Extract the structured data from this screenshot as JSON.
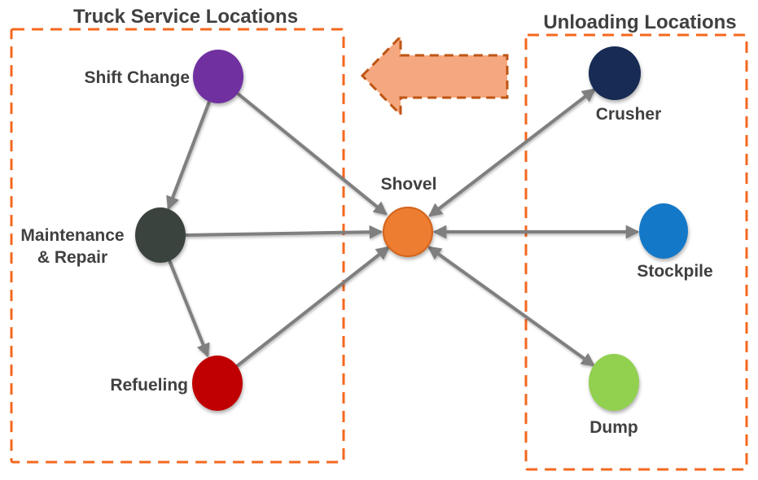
{
  "diagram": {
    "left_group": {
      "title": "Truck Service Locations",
      "nodes": [
        "Shift Change",
        "Maintenance & Repair",
        "Refueling"
      ]
    },
    "right_group": {
      "title": "Unloading Locations",
      "nodes": [
        "Crusher",
        "Stockpile",
        "Dump"
      ]
    },
    "center_node": "Shovel",
    "nodes": {
      "shift_change": {
        "label": "Shift Change",
        "color": "#7030A0"
      },
      "maintenance": {
        "label_line1": "Maintenance",
        "label_line2": "& Repair",
        "color": "#3B433E"
      },
      "refueling": {
        "label": "Refueling",
        "color": "#C00000"
      },
      "shovel": {
        "label": "Shovel",
        "color": "#ED7D31",
        "border_color": "#D3641C"
      },
      "crusher": {
        "label": "Crusher",
        "color": "#172B54"
      },
      "stockpile": {
        "label": "Stockpile",
        "color": "#1478C8"
      },
      "dump": {
        "label": "Dump",
        "color": "#92D050"
      }
    },
    "edges": [
      {
        "from": "Shift Change",
        "to": "Maintenance & Repair",
        "direction": "one-way"
      },
      {
        "from": "Shift Change",
        "to": "Shovel",
        "direction": "one-way"
      },
      {
        "from": "Maintenance & Repair",
        "to": "Shovel",
        "direction": "one-way"
      },
      {
        "from": "Maintenance & Repair",
        "to": "Refueling",
        "direction": "one-way"
      },
      {
        "from": "Refueling",
        "to": "Shovel",
        "direction": "one-way"
      },
      {
        "from": "Shovel",
        "to": "Crusher",
        "direction": "two-way"
      },
      {
        "from": "Shovel",
        "to": "Stockpile",
        "direction": "two-way"
      },
      {
        "from": "Shovel",
        "to": "Dump",
        "direction": "two-way"
      }
    ],
    "block_arrow": {
      "points_direction": "left",
      "fill": "#F5A87F",
      "border": "#BE5514"
    },
    "colors": {
      "box_border": "#F4681F",
      "edge_arrow": "#7F7F7F",
      "text": "#404040",
      "background": "#FFFFFF"
    }
  }
}
